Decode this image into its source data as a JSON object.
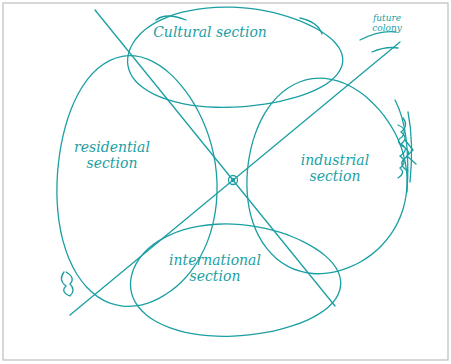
{
  "diagram": {
    "nodes": [
      {
        "text": [
          "Cultural section"
        ]
      },
      {
        "text": [
          "residential section"
        ]
      },
      {
        "text": [
          "industrial section"
        ]
      },
      {
        "text": [
          "international section"
        ]
      }
    ],
    "labels": [
      "future colony"
    ]
  }
}
